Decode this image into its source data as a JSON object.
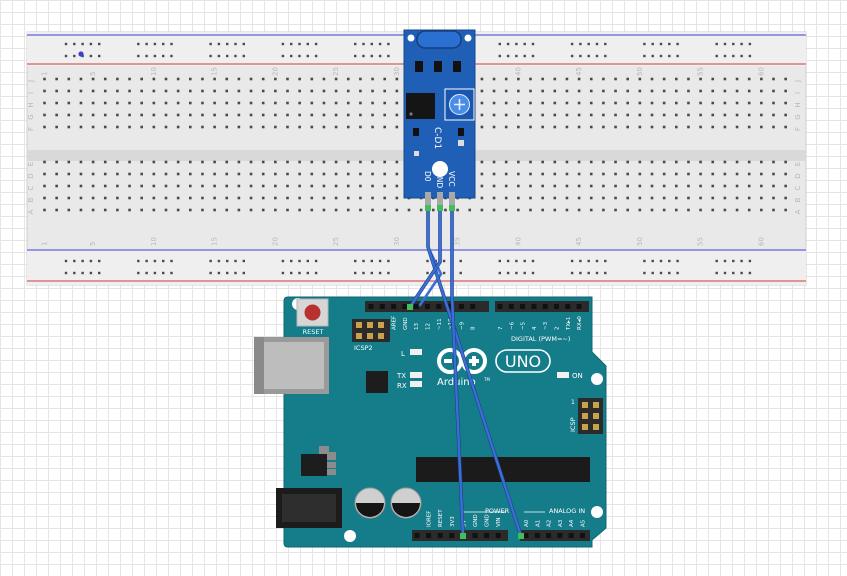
{
  "breadboard": {
    "row_letters_top": [
      "J",
      "I",
      "H",
      "G",
      "F"
    ],
    "row_letters_bottom": [
      "E",
      "D",
      "C",
      "B",
      "A"
    ],
    "column_numbers": [
      "1",
      "5",
      "10",
      "15",
      "20",
      "25",
      "30",
      "35",
      "40",
      "45",
      "50",
      "55",
      "60"
    ],
    "rail_color_blue": "#3a3fd6",
    "rail_color_red": "#d23b3b"
  },
  "sensor_module": {
    "label_top": "C-D1",
    "pin_labels": [
      "D0",
      "GND",
      "VCC"
    ],
    "board_color": "#1f5fb5"
  },
  "arduino": {
    "logo_text": "Arduino",
    "logo_tm": "TM",
    "model": "UNO",
    "reset_label": "RESET",
    "icsp2_label": "ICSP2",
    "icsp_label": "ICSP",
    "on_label": "ON",
    "l_label": "L",
    "tx_label": "TX",
    "rx_label": "RX",
    "digital_header_label": "DIGITAL (PWM=~)",
    "digital_pins": [
      "AREF",
      "GND",
      "13",
      "12",
      "~11",
      "~10",
      "~9",
      "8",
      "7",
      "~6",
      "~5",
      "4",
      "~3",
      "2",
      "TX▸1",
      "RX◂0"
    ],
    "power_header_label": "POWER",
    "power_pins": [
      "IOREF",
      "RESET",
      "3V3",
      "5V",
      "GND",
      "GND",
      "VIN"
    ],
    "analog_header_label": "ANALOG IN",
    "analog_pins": [
      "A0",
      "A1",
      "A2",
      "A3",
      "A4",
      "A5"
    ],
    "board_color": "#157c8a"
  },
  "wires": {
    "color": "#3b6fd6",
    "connections": [
      {
        "from": "D0",
        "to": "A0"
      },
      {
        "from": "GND",
        "to": "GND"
      },
      {
        "from": "VCC",
        "to": "5V"
      }
    ]
  }
}
